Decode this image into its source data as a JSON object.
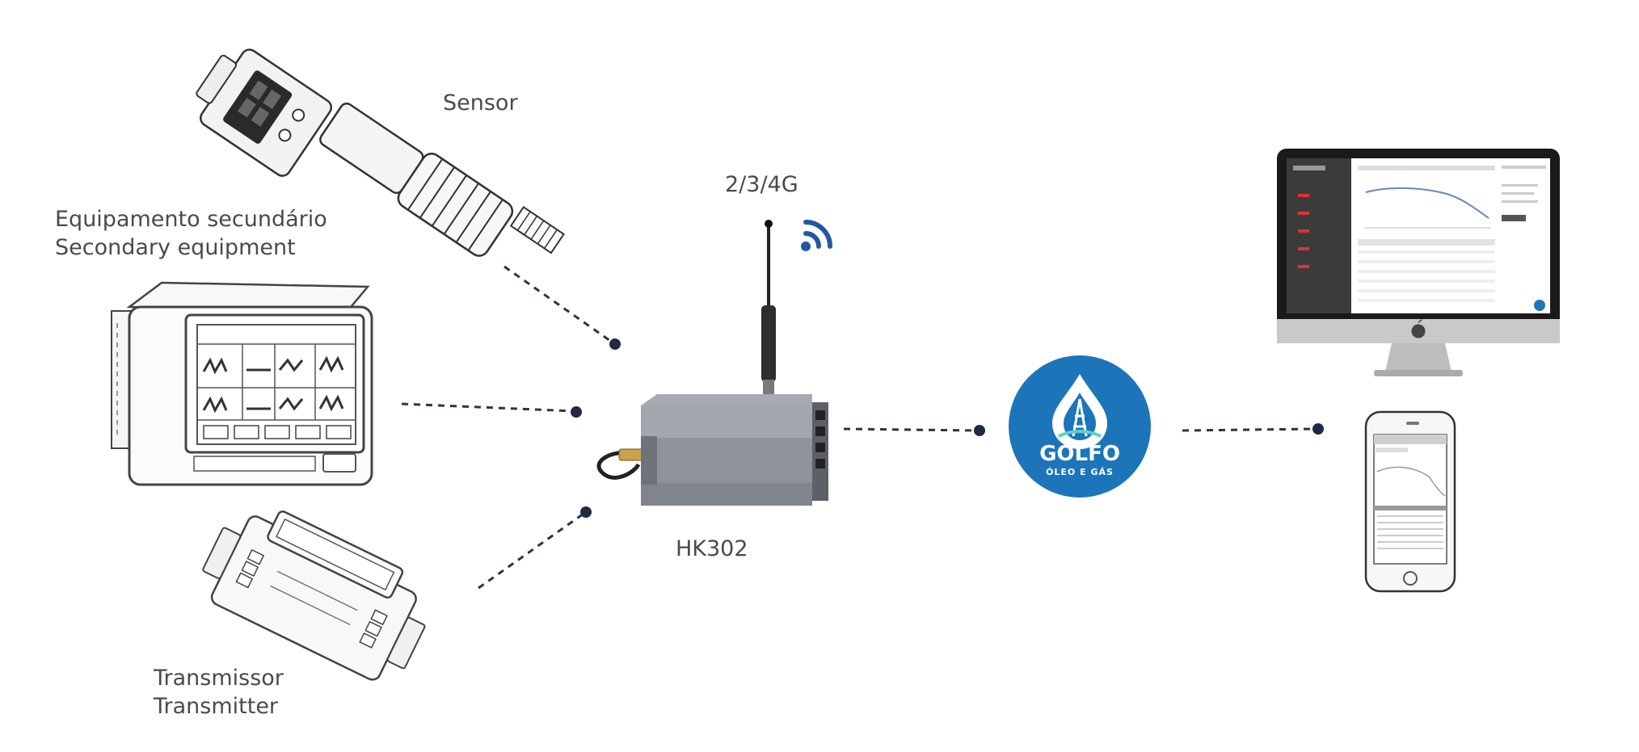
{
  "labels": {
    "sensor": "Sensor",
    "secondary_pt": "Equipamento secundário",
    "secondary_en": "Secondary equipment",
    "network": "2/3/4G",
    "gateway": "HK302",
    "transmitter_pt": "Transmissor",
    "transmitter_en": "Transmitter"
  },
  "logo": {
    "name": "GOLFO",
    "tagline": "ÓLEO E GÁS"
  },
  "icons": [
    "wifi-signal-icon",
    "oil-drop-icon",
    "apple-logo-icon"
  ],
  "colors": {
    "line": "#2d3444",
    "logo_blue": "#1c75b9",
    "wifi_blue": "#2257a5",
    "text": "#4a4a4a"
  }
}
